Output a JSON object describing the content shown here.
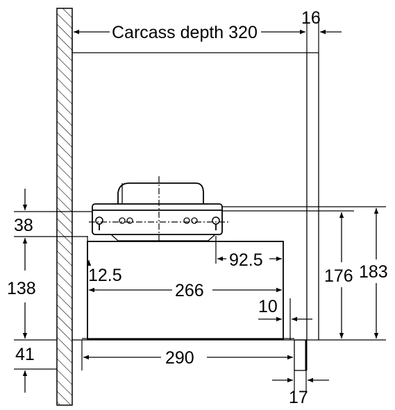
{
  "dimensions": {
    "carcass_depth": "Carcass depth 320",
    "top_right": "16",
    "bracket_height": "38",
    "body_height": "138",
    "panel_height": "41",
    "wall_offset": "12.5",
    "outlet_offset": "92.5",
    "body_width": "266",
    "front_gap": "10",
    "panel_depth": "290",
    "front_panel": "17",
    "height_176": "176",
    "height_183": "183"
  }
}
